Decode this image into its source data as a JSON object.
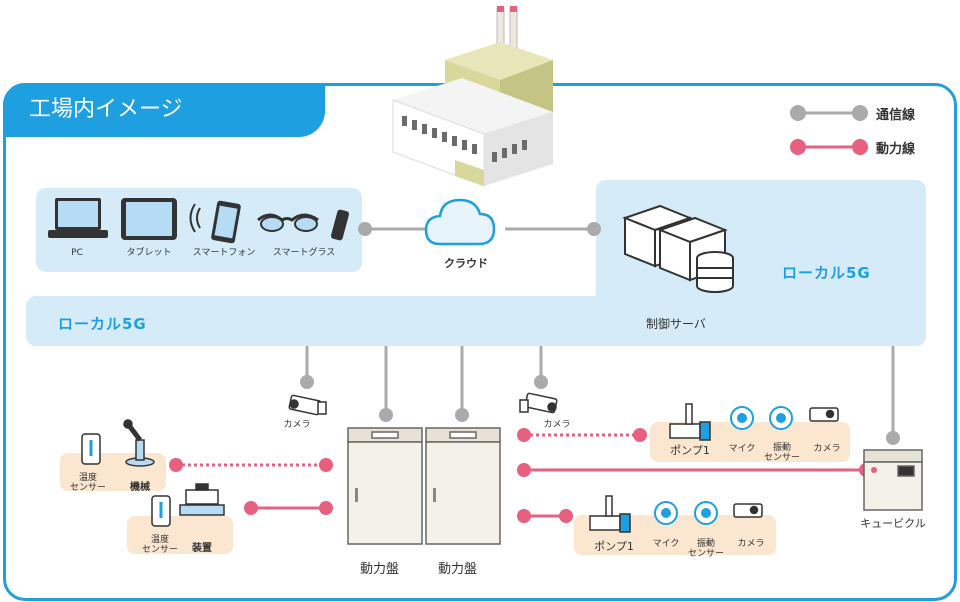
{
  "title": "工場内イメージ",
  "legend": {
    "comm_line": "通信線",
    "power_line": "動力線",
    "comm_color": "#aaaaaa",
    "power_color": "#e8607f"
  },
  "devices": {
    "pc": "PC",
    "tablet": "タブレット",
    "smartphone": "スマートフォン",
    "smartglass": "スマートグラス"
  },
  "cloud": "クラウド",
  "local5g_top": "ローカル5G",
  "local5g_bottom": "ローカル5G",
  "control_server": "制御サーバ",
  "camera_left": "カメラ",
  "camera_mid": "カメラ",
  "temp_sensor_1": "温度\nセンサー",
  "machine": "機械",
  "temp_sensor_2": "温度\nセンサー",
  "equipment": "装置",
  "power_panel_1": "動力盤",
  "power_panel_2": "動力盤",
  "pump_top": "ポンプ1",
  "mic_top": "マイク",
  "vib_sensor_top": "振動\nセンサー",
  "camera_top": "カメラ",
  "pump_bottom": "ポンプ1",
  "mic_bottom": "マイク",
  "vib_sensor_bottom": "振動\nセンサー",
  "camera_bottom": "カメラ",
  "cubicle": "キュービクル"
}
